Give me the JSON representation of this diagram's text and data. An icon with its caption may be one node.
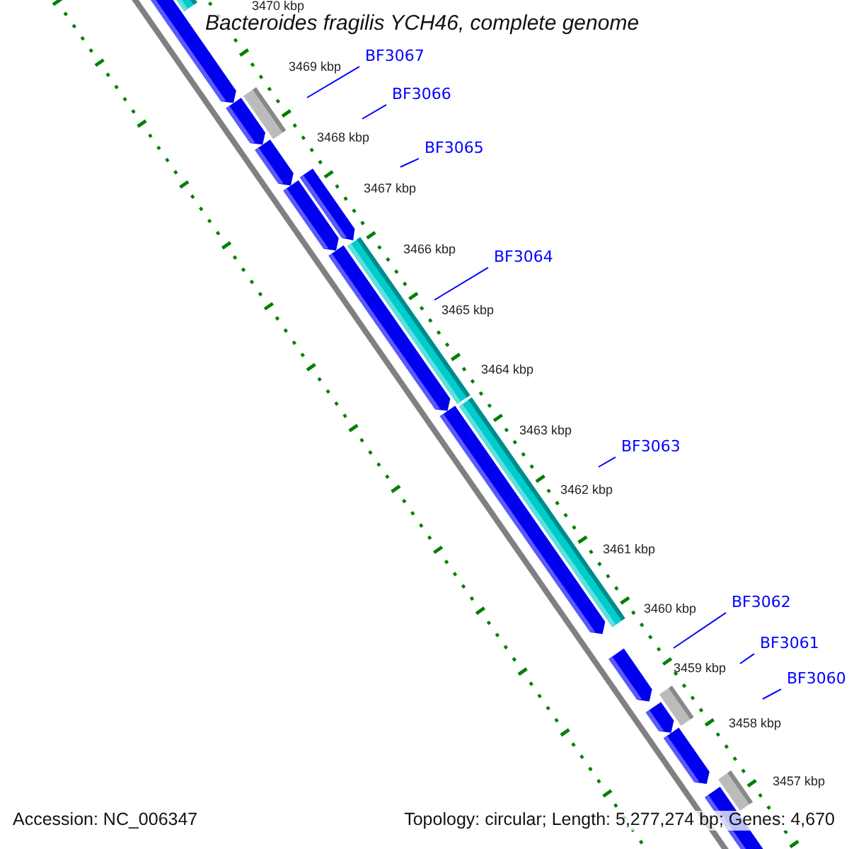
{
  "diagram": {
    "title": "Bacteroides fragilis YCH46, complete genome",
    "nodes": [
      {
        "text": [
          "BF3067"
        ]
      },
      {
        "text": [
          "BF3066"
        ]
      },
      {
        "text": [
          "BF3065"
        ]
      },
      {
        "text": [
          "BF3064"
        ]
      },
      {
        "text": [
          "BF3063"
        ]
      },
      {
        "text": [
          "BF3062"
        ]
      },
      {
        "text": [
          "BF3061"
        ]
      },
      {
        "text": [
          "BF3060"
        ]
      }
    ],
    "edges": [
      {
        "from": 0,
        "to": null,
        "arrow": "none"
      },
      {
        "from": 1,
        "to": null,
        "arrow": "none"
      },
      {
        "from": 2,
        "to": null,
        "arrow": "none"
      },
      {
        "from": 3,
        "to": null,
        "arrow": "none"
      },
      {
        "from": 4,
        "to": null,
        "arrow": "none"
      },
      {
        "from": 5,
        "to": null,
        "arrow": "none"
      },
      {
        "from": 6,
        "to": null,
        "arrow": "none"
      },
      {
        "from": 7,
        "to": null,
        "arrow": "none"
      }
    ],
    "labels": [
      "3470 kbp",
      "3469 kbp",
      "3468 kbp",
      "3467 kbp",
      "3466 kbp",
      "3465 kbp",
      "3464 kbp",
      "3463 kbp",
      "3462 kbp",
      "3461 kbp",
      "3460 kbp",
      "3459 kbp",
      "3458 kbp",
      "3457 kbp",
      "Accession: NC_006347",
      "Topology: circular; Length: 5,277,274 bp; Genes: 4,670"
    ]
  }
}
